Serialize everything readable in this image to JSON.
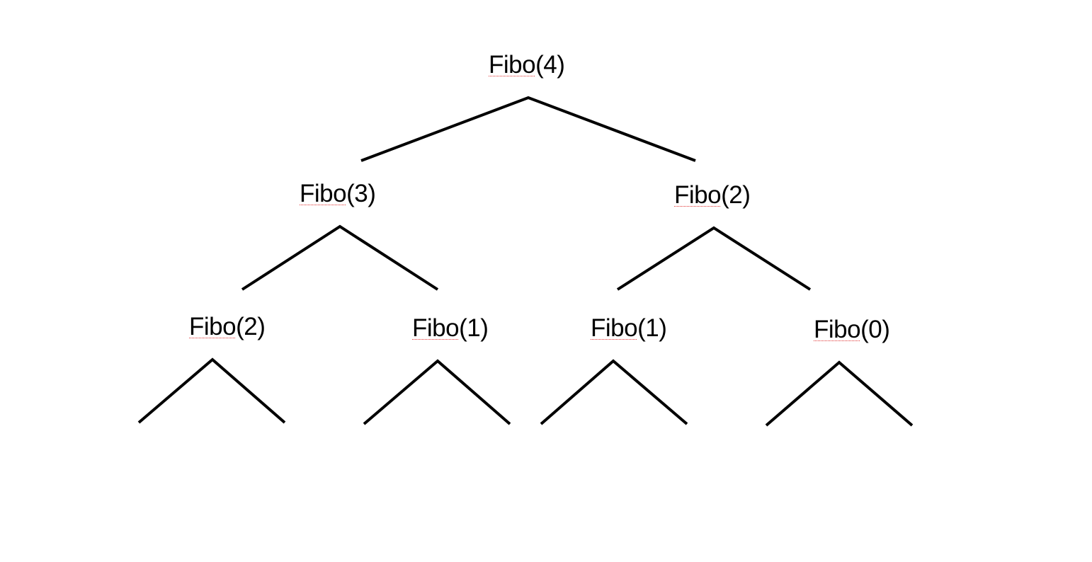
{
  "nodes": {
    "root": {
      "fn": "Fibo",
      "arg": "(4)"
    },
    "l1a": {
      "fn": "Fibo",
      "arg": "(3)"
    },
    "l1b": {
      "fn": "Fibo",
      "arg": "(2)"
    },
    "l2a": {
      "fn": "Fibo",
      "arg": "(2)"
    },
    "l2b": {
      "fn": "Fibo",
      "arg": "(1)"
    },
    "l2c": {
      "fn": "Fibo",
      "arg": "(1)"
    },
    "l2d": {
      "fn": "Fibo",
      "arg": "(0)"
    }
  },
  "style": {
    "line_color": "#000000",
    "spellcheck_underline_color": "#e03030"
  }
}
